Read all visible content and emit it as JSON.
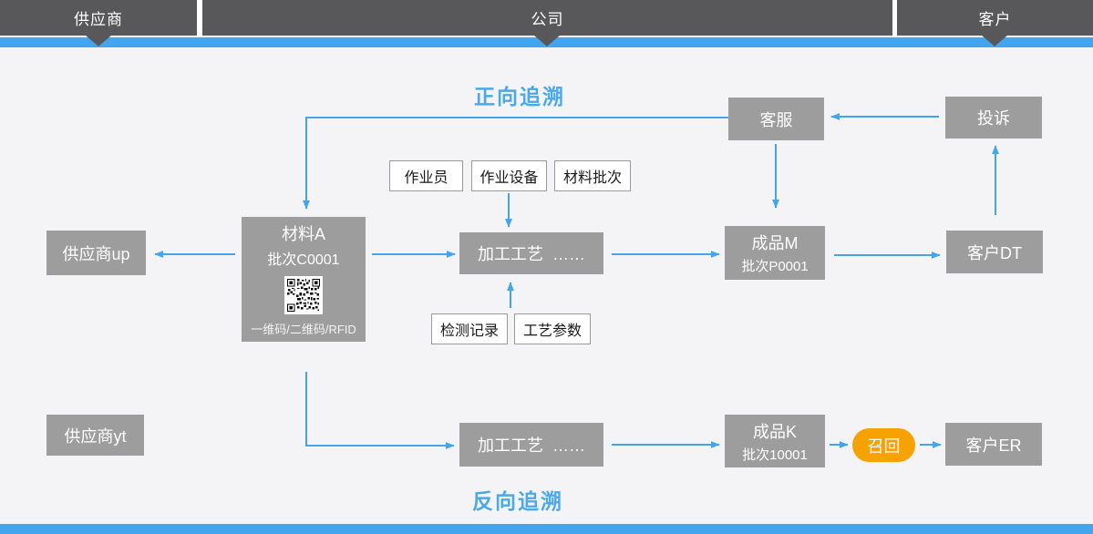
{
  "colors": {
    "accent_blue": "#42a5ee",
    "title_blue": "#4aa9ea",
    "header_dark": "#58585a",
    "node_gray": "#9d9d9d",
    "recall_orange": "#f6a201",
    "background": "#f4f4f6"
  },
  "header": {
    "segments": [
      "供应商",
      "公司",
      "客户"
    ]
  },
  "titles": {
    "forward_trace": "正向追溯",
    "backward_trace": "反向追溯"
  },
  "nodes": {
    "customer_service": "客服",
    "complaint": "投诉",
    "operator": "作业员",
    "work_equipment": "作业设备",
    "material_batch": "材料批次",
    "material_a": {
      "name": "材料A",
      "batch": "批次C0001",
      "code_caption": "一维码/二维码/RFID"
    },
    "supplier_up": "供应商up",
    "process_row1": "加工工艺  ……",
    "inspection_record": "检测记录",
    "process_params": "工艺参数",
    "product_m": {
      "name": "成品M",
      "batch": "批次P0001"
    },
    "customer_dt": "客户DT",
    "supplier_yt": "供应商yt",
    "process_row2": "加工工艺  ……",
    "product_k": {
      "name": "成品K",
      "batch": "批次10001"
    },
    "recall": "召回",
    "customer_er": "客户ER"
  },
  "icons": {
    "qr_code": "qr-code"
  }
}
